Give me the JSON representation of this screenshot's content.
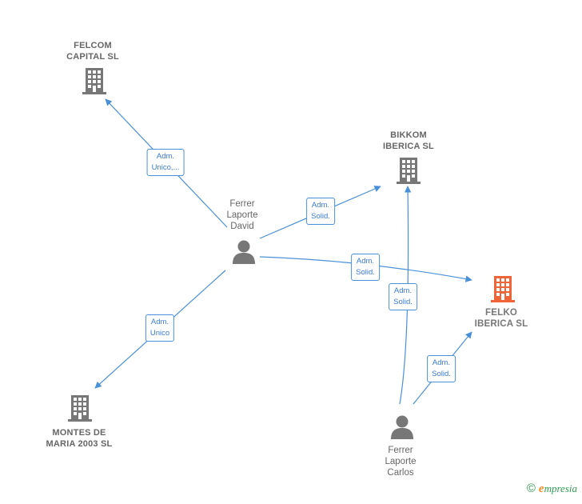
{
  "nodes": {
    "felcom": {
      "line1": "FELCOM",
      "line2": "CAPITAL  SL",
      "icon": "building-icon",
      "color": "#777777"
    },
    "bikkom": {
      "line1": "BIKKOM",
      "line2": "IBERICA  SL",
      "icon": "building-icon",
      "color": "#777777"
    },
    "felko": {
      "line1": "FELKO",
      "line2": "IBERICA  SL",
      "icon": "building-icon",
      "color": "#f0643a"
    },
    "montes": {
      "line1": "MONTES DE",
      "line2": "MARIA 2003  SL",
      "icon": "building-icon",
      "color": "#777777"
    },
    "david": {
      "line1": "Ferrer",
      "line2": "Laporte",
      "line3": "David",
      "icon": "person-icon",
      "color": "#777777"
    },
    "carlos": {
      "line1": "Ferrer",
      "line2": "Laporte",
      "line3": "Carlos",
      "icon": "person-icon",
      "color": "#777777"
    }
  },
  "edges": {
    "david_felcom": {
      "line1": "Adm.",
      "line2": "Unico,..."
    },
    "david_bikkom": {
      "line1": "Adm.",
      "line2": "Solid."
    },
    "david_felko": {
      "line1": "Adm.",
      "line2": "Solid."
    },
    "david_montes": {
      "line1": "Adm.",
      "line2": "Unico"
    },
    "carlos_bikkom": {
      "line1": "Adm.",
      "line2": "Solid."
    },
    "carlos_felko": {
      "line1": "Adm.",
      "line2": "Solid."
    }
  },
  "footer": {
    "copyright": "©",
    "brand_first": "e",
    "brand_rest": "mpresia"
  },
  "colors": {
    "edge": "#4a90d9",
    "company": "#777777",
    "highlight": "#f0643a"
  }
}
